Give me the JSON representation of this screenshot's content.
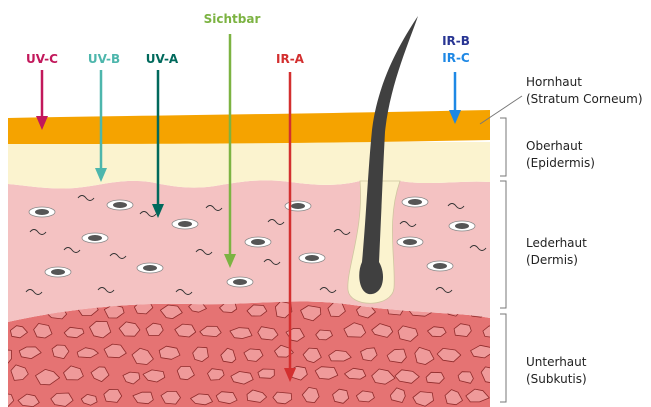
{
  "rays": {
    "uvc": {
      "label": "UV-C",
      "color": "#c2185b"
    },
    "uvb": {
      "label": "UV-B",
      "color": "#4db6ac"
    },
    "uva": {
      "label": "UV-A",
      "color": "#00695c"
    },
    "visible": {
      "label": "Sichtbar",
      "color": "#7cb342"
    },
    "ira": {
      "label": "IR-A",
      "color": "#d32f2f"
    },
    "irb": {
      "label": "IR-B",
      "color": "#283593"
    },
    "irc": {
      "label": "IR-C",
      "color": "#1e88e5"
    }
  },
  "layers": {
    "hornhaut": {
      "name": "Hornhaut",
      "latin": "(Stratum Corneum)"
    },
    "oberhaut": {
      "name": "Oberhaut",
      "latin": "(Epidermis)"
    },
    "lederhaut": {
      "name": "Lederhaut",
      "latin": "(Dermis)"
    },
    "unterhaut": {
      "name": "Unterhaut",
      "latin": "(Subkutis)"
    }
  },
  "colors": {
    "stratum_corneum": "#f5a300",
    "epidermis": "#fbf3cf",
    "dermis": "#f4c2c2",
    "subcutis": "#e57373",
    "fat_cell": "#ef9a9a",
    "hair": "#404040"
  }
}
